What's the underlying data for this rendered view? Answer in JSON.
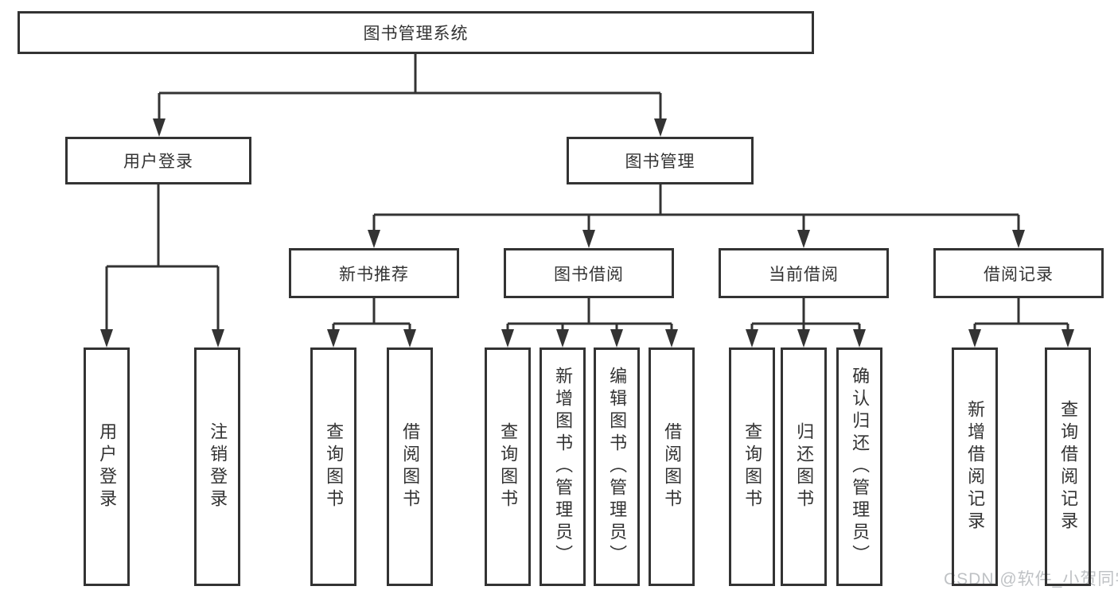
{
  "colors": {
    "line": "#333333",
    "box_border": "#333333",
    "text": "#333333",
    "background": "#ffffff",
    "watermark": "#bfc2c5"
  },
  "diagram": {
    "root": "图书管理系统",
    "user_login": {
      "label": "用户登录",
      "leaves": [
        "用户登录",
        "注销登录"
      ]
    },
    "book_mgmt": {
      "label": "图书管理"
    },
    "sections": [
      {
        "label": "新书推荐",
        "leaves": [
          "查询图书",
          "借阅图书"
        ]
      },
      {
        "label": "图书借阅",
        "leaves": [
          "查询图书",
          "新增图书（管理员）",
          "编辑图书（管理员）",
          "借阅图书"
        ]
      },
      {
        "label": "当前借阅",
        "leaves": [
          "查询图书",
          "归还图书",
          "确认归还（管理员）"
        ]
      },
      {
        "label": "借阅记录",
        "leaves": [
          "新增借阅记录",
          "查询借阅记录"
        ]
      }
    ]
  },
  "watermark": "CSDN @软件_小贺同学"
}
